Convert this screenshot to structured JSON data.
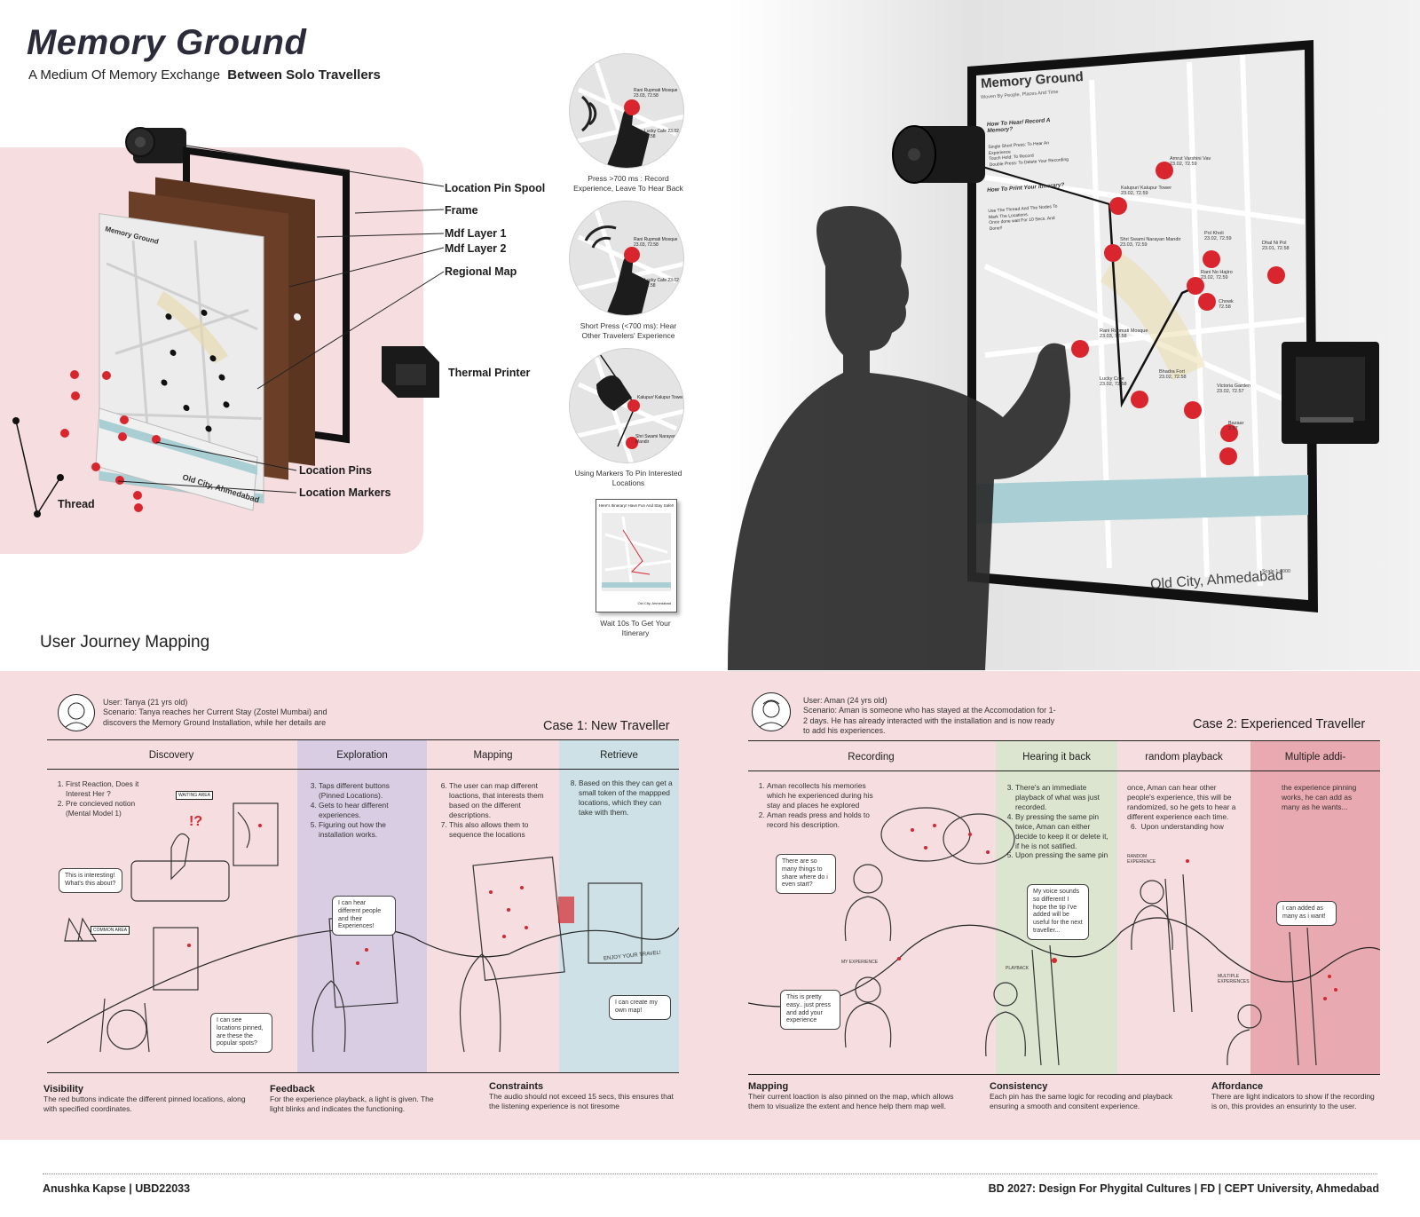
{
  "header": {
    "title": "Memory Ground",
    "subtitle_part1": "A Medium Of Memory Exchange",
    "subtitle_part2": "Between Solo Travellers"
  },
  "exploded_view": {
    "labels": {
      "spool": "Location Pin Spool",
      "frame": "Frame",
      "mdf1": "Mdf Layer 1",
      "mdf2": "Mdf Layer 2",
      "map": "Regional Map",
      "printer": "Thermal Printer",
      "pins": "Location Pins",
      "markers": "Location Markers",
      "thread": "Thread"
    },
    "mini_map_title": "Memory Ground",
    "mini_map_place": "Old City, Ahmedabad"
  },
  "steps": [
    {
      "caption": "Press >700 ms : Record Experience, Leave To Hear Back",
      "pin_label": "Rani Rupmati Mosque 23.03, 72.58",
      "pin2_label": "Lucky Cafe 23.02, 72.58"
    },
    {
      "caption": "Short Press (<700 ms): Hear Other Travelers' Experience",
      "pin_label": "Rani Rupmati Mosque 23.03, 72.58",
      "pin2_label": "Lucky Cafe 23.02, 72.58"
    },
    {
      "caption": "Using Markers To Pin Interested Locations",
      "pin_label": "Kalupur/ Kalupur Tower",
      "pin2_label": "Shri Swami Narayan Mandir"
    },
    {
      "caption": "Wait 10s To Get Your Itinerary",
      "pin_label": "Here's Itinerary! Have Fun And Stay Safe!!",
      "pin2_label": "Old City, Ahmedabad"
    }
  ],
  "board": {
    "title": "Memory Ground",
    "tagline": "Woven By People, Places And Time",
    "how_hear": "How To Hear/ Record A Memory?",
    "hear_items": [
      "Single Short Press: To Hear An Experience",
      "Touch Hold: To Record",
      "Double Press: To Delete Your Recording"
    ],
    "how_print": "How To Print Your Itinerary?",
    "print_items": [
      "Use The Thread And The Nodes To Mark The Locations.",
      "Once done wait For 10 Secs. And Done!!"
    ],
    "pins": [
      {
        "name": "Amrut Varshini Vav",
        "coord": "23.02, 72.59"
      },
      {
        "name": "Kalupur/ Kalupur Tower",
        "coord": "23.02, 72.59"
      },
      {
        "name": "Shri Swami Narayan Mandir",
        "coord": "23.03, 72.59"
      },
      {
        "name": "Pol Kholi",
        "coord": "23.02, 72.59"
      },
      {
        "name": "Dhal Ni Pol",
        "coord": "23.01, 72.58"
      },
      {
        "name": "Rani No Hajiro",
        "coord": "23.02, 72.59"
      },
      {
        "name": "Chowk",
        "coord": "72.58"
      },
      {
        "name": "Rani Rupmati Mosque",
        "coord": "23.03, 72.58"
      },
      {
        "name": "Lucky Cafe",
        "coord": "23.02, 72.58"
      },
      {
        "name": "Bhadra Fort",
        "coord": "23.02, 72.58"
      },
      {
        "name": "Victoria Garden",
        "coord": "23.02, 72.57"
      },
      {
        "name": "Bazaar",
        "coord": "2.57"
      }
    ],
    "scale": "Scale 1:4000",
    "place": "Old City, Ahmedabad"
  },
  "journey": {
    "title": "User Journey Mapping",
    "case1": {
      "title": "Case 1: New Traveller",
      "user": "User: Tanya (21 yrs old)",
      "scenario": "Scenario: Tanya reaches her Current Stay (Zostel Mumbai) and discovers the Memory Ground Installation, while her details are",
      "columns": [
        {
          "head": "Discovery",
          "color": "#f6dde0",
          "items": [
            "First Reaction, Does it Interest Her ?",
            "Pre concieved notion (Mental Model 1)"
          ],
          "start": 1
        },
        {
          "head": "Exploration",
          "color": "#d9cde3",
          "items": [
            "Taps different buttons (Pinned Locations).",
            "Gets to hear different experiences.",
            "Figuring out how the installation works."
          ],
          "start": 3
        },
        {
          "head": "Mapping",
          "color": "#f6dde0",
          "items": [
            "The user can map different loactions, that interests them based on the different descriptions.",
            "This also allows them to sequence the locations"
          ],
          "start": 6
        },
        {
          "head": "Retrieve",
          "color": "#cde1e6",
          "items": [
            "Based on this they can get a small token of the mappped locations, which they can take with them."
          ],
          "start": 8
        }
      ],
      "bubbles": [
        "This is interesting! What's this about?",
        "I can hear different people and their Experiences!",
        "I can create my own map!",
        "I can see locations pinned, are these the popular spots?"
      ],
      "sketch_tags": [
        "WAITING AREA",
        "COMMON AREA",
        "ENJOY YOUR TRAVEL!"
      ]
    },
    "case2": {
      "title": "Case 2: Experienced Traveller",
      "user": "User: Aman (24 yrs old)",
      "scenario": "Scenario: Aman is someone who has stayed at the Accomodation for 1-2 days. He has already interacted with the installation and is now ready to add his experiences.",
      "columns": [
        {
          "head": "Recording",
          "color": "#f6dde0",
          "items": [
            "Aman recollects his memories which he experienced during his stay and places he explored",
            "Aman reads press and holds to record his description."
          ],
          "start": 1
        },
        {
          "head": "Hearing it back",
          "color": "#dce5cf",
          "items": [
            "There's an immediate playback of what was just recorded.",
            "By pressing the same pin twice, Aman can either decide to keep it or delete it, if he is not satified.",
            "Upon pressing the same pin"
          ],
          "start": 3
        },
        {
          "head": "random playback",
          "color": "#f6dde0",
          "items": [
            "once, Aman can hear other people's experience, this will be randomized, so he gets to hear a different experience each time.",
            "Upon understanding how"
          ],
          "start": 5
        },
        {
          "head": "Multiple addi-",
          "color": "#e9a9b0",
          "items": [
            "the experience pinning works, he can add as many as he wants..."
          ],
          "start": 0
        }
      ],
      "bubbles": [
        "There are so many things to share where do i even start?",
        "This is pretty easy.. just press and add your experience",
        "My voice sounds so different! I hope the tip I've added will be useful for the next traveller...",
        "I can added as many as i want!"
      ],
      "sketch_tags": [
        "MY EXPERIENCE",
        "PLAYBACK",
        "RANDOM EXPERIENCE",
        "MULTIPLE EXPERIENCES"
      ]
    },
    "principles": [
      {
        "title": "Visibility",
        "text": "The red buttons indicate the different pinned locations, along with specified coordinates."
      },
      {
        "title": "Feedback",
        "text": "For the experience playback, a light is given. The light blinks and indicates the functioning."
      },
      {
        "title": "Constraints",
        "text": "The audio should not exceed 15 secs, this ensures that the listening experience is not tiresome"
      },
      {
        "title": "Mapping",
        "text": "Their current loaction is also pinned on the map, which allows them to visualize the extent and hence help them map well."
      },
      {
        "title": "Consistency",
        "text": "Each pin has the same logic for recoding and playback ensuring a smooth and consitent experience."
      },
      {
        "title": "Affordance",
        "text": "There are light indicators to show if the recording is on, this provides an ensurinty to the user."
      }
    ]
  },
  "footer": {
    "left": "Anushka Kapse | UBD22033",
    "right": "BD 2027: Design For Phygital Cultures | FD | CEPT University, Ahmedabad"
  },
  "colors": {
    "accent_red": "#d9262e",
    "pink_bg": "#f6dde0",
    "lavender": "#d9cde3",
    "blue": "#cde1e6",
    "green": "#dce5cf",
    "deep_pink": "#e9a9b0"
  }
}
